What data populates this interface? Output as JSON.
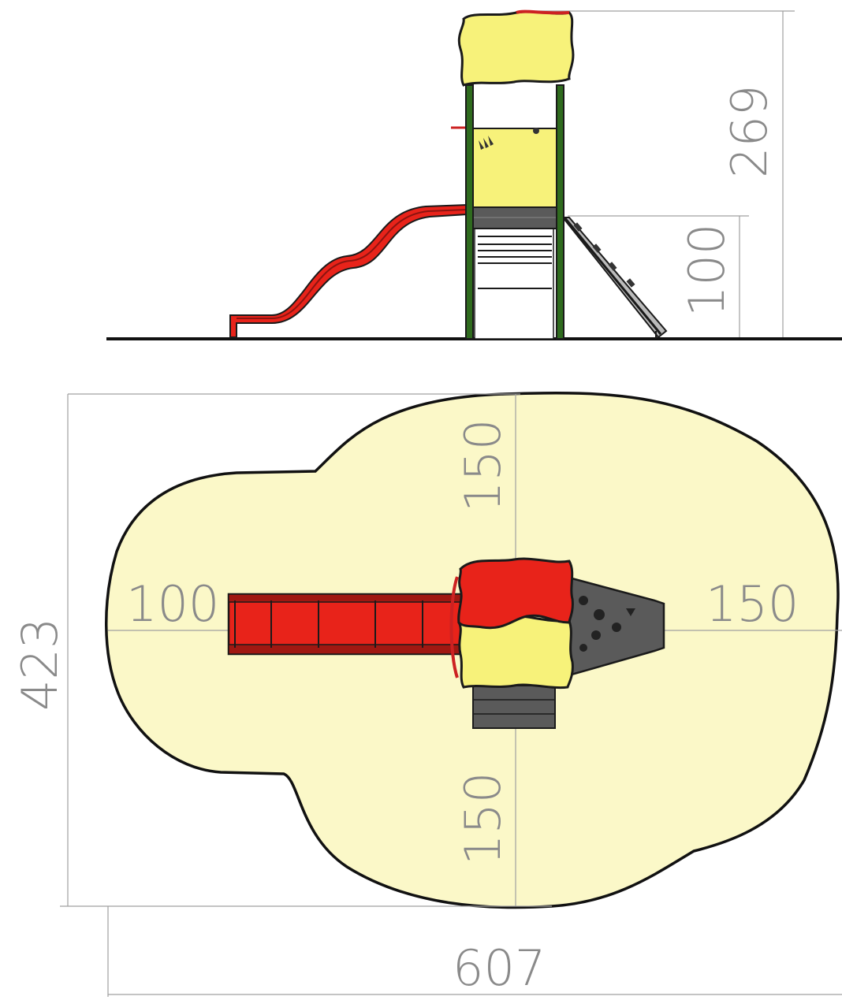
{
  "dimensions": {
    "total_height": "269",
    "platform_height": "100",
    "overall_depth": "423",
    "overall_width": "607",
    "safety_left": "100",
    "safety_right": "150",
    "safety_top": "150",
    "safety_bottom": "150"
  },
  "colors": {
    "safety_zone": "#fbf8c8",
    "panel_yellow": "#f7f27a",
    "slide_red": "#e8231a",
    "post_green": "#2f6b1e",
    "climber_grey": "#5a5a5a",
    "dimension_line": "#a0a0a0"
  }
}
